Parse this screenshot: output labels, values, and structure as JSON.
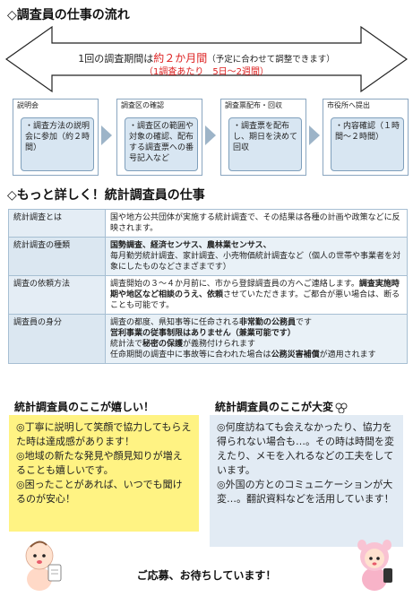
{
  "flow": {
    "title": "◇調査員の仕事の流れ",
    "period_text": "1回の調査期間は",
    "period_highlight": "約２か月間",
    "period_note": "（予定に合わせて調整できます）",
    "period_sub": "（1調査あたり　5日〜2週間）",
    "steps": [
      {
        "label": "説明会",
        "text": "・調査方法の説明会に参加（約２時間）"
      },
      {
        "label": "調査区の確認",
        "text": "・調査区の範囲や対象の確認、配布する調査票への番号記入など"
      },
      {
        "label": "調査票配布・回収",
        "text": "・調査票を配布し、期日を決めて回収"
      },
      {
        "label": "市役所へ提出",
        "text": "・内容確認（１時間〜２時間）"
      }
    ]
  },
  "details": {
    "title": "◇もっと詳しく！統計調査員の仕事",
    "rows": [
      {
        "key": "統計調査とは",
        "value": "国や地方公共団体が実施する統計調査で、その結果は各種の計画や政策などに反映されます。"
      },
      {
        "key": "統計調査の種類",
        "bold": "国勢調査、経済センサス、農林業センサス、",
        "value": "毎月勤労統計調査、家計調査、小売物価統計調査など（個人の世帯や事業者を対象にしたものなどさまざまです）"
      },
      {
        "key": "調査の依頼方法",
        "value": "調査開始の３〜４か月前に、市から登録調査員の方へご連絡します。",
        "bold": "調査実施時期や地区など相談のうえ、依頼",
        "value2": "させていただきます。ご都合が悪い場合は、断ることも可能です。"
      },
      {
        "key": "調査員の身分",
        "value": "調査の都度、県知事等に任命される",
        "bold": "非常勤の公務員",
        "value2": "です",
        "bold2": "営利事業の従事制限はありません（兼業可能です）",
        "value3": "統計法で",
        "bold3": "秘密の保護",
        "value4": "が義務付けられます",
        "value5": "任命期間の調査中に事故等に合われた場合は",
        "bold4": "公務災害補償",
        "value6": "が適用されます"
      }
    ]
  },
  "good": {
    "title": "統計調査員のここが嬉しい！",
    "items": [
      "◎丁寧に説明して笑顔で協力してもらえた時は達成感があります！",
      "◎地域の新たな発見や顔見知りが増えることも嬉しいです。",
      "◎困ったことがあれば、いつでも聞けるのが安心！"
    ]
  },
  "hard": {
    "title": "統計調査員のここが大変",
    "items": [
      "◎何度訪ねても会えなかったり、協力を得られない場合も…。その時は時間を変えたり、メモを入れるなどの工夫をしています。",
      "◎外国の方とのコミュニケーションが大変…。翻訳資料などを活用しています！"
    ]
  },
  "closing": "ご応募、お待ちしています！",
  "colors": {
    "accent_red": "#dd2222",
    "panel_yellow": "#fff383",
    "panel_blue": "#e2ebf4",
    "step_blue": "#d8e6f2"
  }
}
